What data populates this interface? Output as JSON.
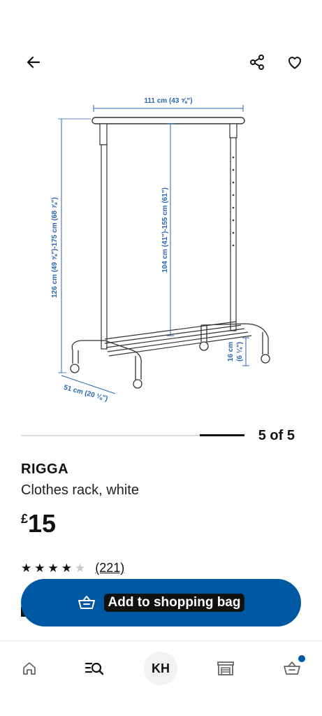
{
  "header": {
    "back_icon": "arrow-left-icon",
    "share_icon": "share-icon",
    "favourite_icon": "heart-icon"
  },
  "image": {
    "width_label": "111 cm (43 ⅝\")",
    "height_label": "126 cm (49 ⅝\")-175 cm (68 ⅞\")",
    "inner_height_label": "104 cm (41\")-155 cm (61\")",
    "depth_label": "51 cm (20 ⅛\")",
    "shelf_height_label_1": "16 cm",
    "shelf_height_label_2": "(6 ¼\")"
  },
  "pager": {
    "count_label": "5 of 5",
    "current": 5,
    "total": 5
  },
  "product": {
    "name": "RIGGA",
    "description": "Clothes rack, white",
    "price_currency": "£",
    "price_amount": "15",
    "rating_value": 4,
    "rating_max": 5,
    "rating_count": "(221)"
  },
  "actions": {
    "add_to_bag_label": "Add to shopping bag",
    "add_to_bag_icon": "shopping-basket-icon"
  },
  "bottom_nav": {
    "home_icon": "home-icon",
    "search_icon": "search-list-icon",
    "account_initials": "KH",
    "store_icon": "store-icon",
    "bag_icon": "shopping-basket-icon"
  },
  "colors": {
    "brand_blue": "#0058a3",
    "dimension_blue": "#2a66b3",
    "text": "#111111"
  }
}
